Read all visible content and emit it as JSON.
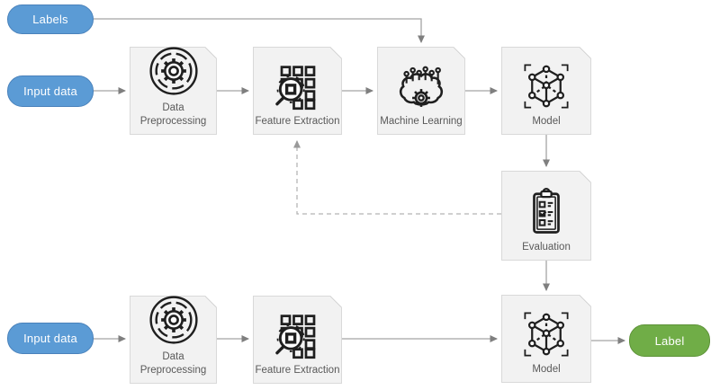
{
  "colors": {
    "pill_blue": "#5b9bd5",
    "pill_blue_border": "#4a82bb",
    "pill_green": "#70ad47",
    "pill_green_border": "#5d9238",
    "box_fill": "#f2f2f2",
    "box_border": "#d9d9d9",
    "label_text": "#595959",
    "line": "#a3a3a3",
    "dash": "#b5b5b5",
    "icon": "#1f1f1f"
  },
  "pills": {
    "labels": "Labels",
    "input_top": "Input data",
    "input_bottom": "Input data",
    "label_output": "Label"
  },
  "boxes": {
    "dp_top": {
      "line1": "Data",
      "line2": "Preprocessing",
      "icon": "gear-rings-icon"
    },
    "fe_top": {
      "label": "Feature Extraction",
      "icon": "magnifier-grid-icon"
    },
    "ml": {
      "label": "Machine Learning",
      "icon": "brain-gear-icon"
    },
    "model_top": {
      "label": "Model",
      "icon": "cube-network-icon"
    },
    "evaluation": {
      "label": "Evaluation",
      "icon": "clipboard-checklist-icon"
    },
    "dp_bottom": {
      "line1": "Data",
      "line2": "Preprocessing",
      "icon": "gear-rings-icon"
    },
    "fe_bottom": {
      "label": "Feature Extraction",
      "icon": "magnifier-grid-icon"
    },
    "model_bottom": {
      "label": "Model",
      "icon": "cube-network-icon"
    }
  }
}
